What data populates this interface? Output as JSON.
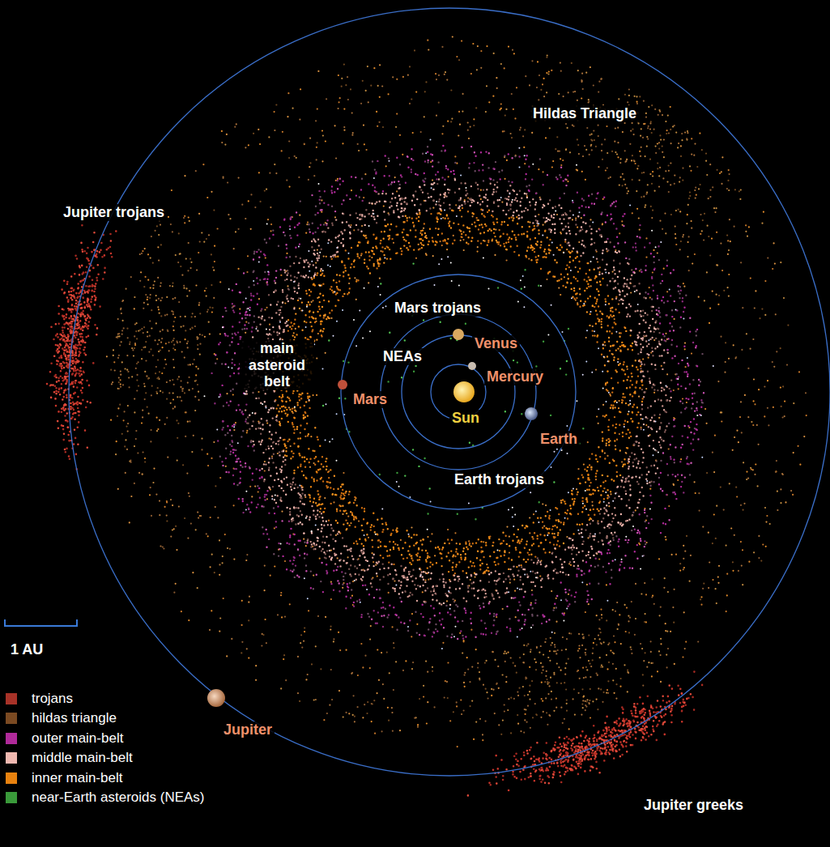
{
  "diagram": {
    "labels": [
      "Hildas Triangle",
      "Jupiter trojans",
      "Mars trojans",
      "main asteroid belt",
      "Venus",
      "NEAs",
      "Mercury",
      "Mars",
      "Sun",
      "Earth",
      "Earth trojans",
      "1 AU",
      "Jupiter",
      "Jupiter greeks"
    ],
    "legend": [
      {
        "text": "trojans",
        "color": "#a83228"
      },
      {
        "text": "hildas triangle",
        "color": "#7b4a22"
      },
      {
        "text": "outer main-belt",
        "color": "#b02a9a"
      },
      {
        "text": "middle main-belt",
        "color": "#f0b8b0"
      },
      {
        "text": "inner main-belt",
        "color": "#e8820f"
      },
      {
        "text": "near-Earth asteroids (NEAs)",
        "color": "#3a9a3a"
      }
    ]
  }
}
